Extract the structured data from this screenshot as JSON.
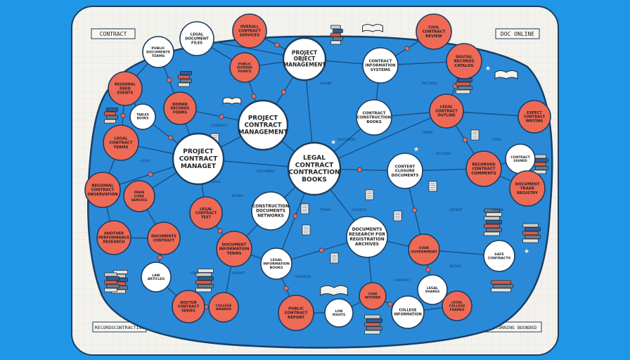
{
  "corners": {
    "top_left": "CONTRACT",
    "top_right": "DOC ONLINE",
    "bottom_left": "RECORDSCONTRACTING",
    "bottom_right": "RETURNING BOUNDED"
  },
  "hubs": [
    {
      "id": "hub-project-object",
      "lines": [
        "PROJECT",
        "OBJECT",
        "MANAGEMENT"
      ]
    },
    {
      "id": "hub-project-contract-1",
      "lines": [
        "PROJECT",
        "CONTRACT",
        "MANAGEMENT"
      ]
    },
    {
      "id": "hub-project-contract-2",
      "lines": [
        "PROJECT",
        "CONTRACT",
        "MANAGET"
      ]
    },
    {
      "id": "hub-books",
      "lines": [
        "LEGAL",
        "CONTRACT",
        "CONTRACTION",
        "BOOKS"
      ]
    }
  ],
  "nodes": [
    {
      "id": "n1",
      "lines": [
        "PUBLIC",
        "DOCUMENTS",
        "TERMS"
      ]
    },
    {
      "id": "n2",
      "lines": [
        "LEGAL",
        "DOCUMENT",
        "FILES"
      ]
    },
    {
      "id": "n3",
      "lines": [
        "OVERALL",
        "CONTRACT",
        "SERVICES"
      ]
    },
    {
      "id": "n4",
      "lines": [
        "PUBLIC",
        "DIVERSE",
        "POINTS"
      ]
    },
    {
      "id": "n5",
      "lines": [
        "REGIONAL",
        "DEED",
        "EVENTS"
      ]
    },
    {
      "id": "n6",
      "lines": [
        "CONTRACT",
        "INFORMATION",
        "SYSTEMS"
      ]
    },
    {
      "id": "n7",
      "lines": [
        "CIVIL",
        "CONTRACT",
        "REVIEW"
      ]
    },
    {
      "id": "n8",
      "lines": [
        "DIGITAL",
        "RECORDS",
        "CATALOG"
      ]
    },
    {
      "id": "n9",
      "lines": [
        "CONTRACT",
        "CONSTRUCTION",
        "BOOKS"
      ]
    },
    {
      "id": "n10",
      "lines": [
        "CONTENT",
        "CLOSURE",
        "DOCUMENTS"
      ]
    },
    {
      "id": "n11",
      "lines": [
        "TABLES",
        "BOOKS"
      ]
    },
    {
      "id": "n12",
      "lines": [
        "ROMAN",
        "RECORDS",
        "FORMS"
      ]
    },
    {
      "id": "n13",
      "lines": [
        "LEGAL",
        "CONTRACT",
        "TERMS"
      ]
    },
    {
      "id": "n14",
      "lines": [
        "LEGAL",
        "CONTRACT",
        "OUTLINE"
      ]
    },
    {
      "id": "n15",
      "lines": [
        "EXPECT",
        "CONTRACT",
        "WRITING"
      ]
    },
    {
      "id": "n16",
      "lines": [
        "CONTRACT",
        "SIGNED"
      ]
    },
    {
      "id": "n17",
      "lines": [
        "RECORDED",
        "CONTRACT",
        "COMMENTS"
      ]
    },
    {
      "id": "n18",
      "lines": [
        "DOCUMENT",
        "TRADE",
        "REGISTRY"
      ]
    },
    {
      "id": "n19",
      "lines": [
        "REGIONAL",
        "CONTRACT",
        "OBSERVATION"
      ]
    },
    {
      "id": "n20",
      "lines": [
        "MAIN",
        "CORE",
        "SERVICE"
      ]
    },
    {
      "id": "n21",
      "lines": [
        "LEGAL",
        "CONTRACT",
        "TEXT"
      ]
    },
    {
      "id": "n22",
      "lines": [
        "CONSTRUCTION",
        "DOCUMENTS",
        "NETWORKS"
      ]
    },
    {
      "id": "n23",
      "lines": [
        "ANOTHER",
        "PERFORMANCE",
        "RESEARCH"
      ]
    },
    {
      "id": "n24",
      "lines": [
        "DOCUMENTS",
        "CONTRACT"
      ]
    },
    {
      "id": "n25",
      "lines": [
        "DOCUMENT",
        "INFORMATION",
        "TERMS"
      ]
    },
    {
      "id": "n26",
      "lines": [
        "LEGAL",
        "INFORMATION",
        "BOOKS"
      ]
    },
    {
      "id": "n27",
      "lines": [
        "DOCUMENTS",
        "RESEARCH FOR",
        "REGISTRATION",
        "ARCHIVES"
      ]
    },
    {
      "id": "n28",
      "lines": [
        "CODE",
        "GOVERNMENT"
      ]
    },
    {
      "id": "n29",
      "lines": [
        "SAFE",
        "CONTRACTS"
      ]
    },
    {
      "id": "n30",
      "lines": [
        "LAW",
        "ARTICLES"
      ]
    },
    {
      "id": "n31",
      "lines": [
        "LEGAL",
        "SHARES"
      ]
    },
    {
      "id": "n32",
      "lines": [
        "DOCTOR",
        "CONTRACT",
        "SERIES"
      ]
    },
    {
      "id": "n33",
      "lines": [
        "COLLEGE",
        "AWARDS"
      ]
    },
    {
      "id": "n34",
      "lines": [
        "PUBLIC",
        "CONTRACT",
        "REPORT"
      ]
    },
    {
      "id": "n35",
      "lines": [
        "CODE",
        "RETURNS"
      ]
    },
    {
      "id": "n36",
      "lines": [
        "LOW",
        "RIGHTS"
      ]
    },
    {
      "id": "n37",
      "lines": [
        "COLLEGE",
        "INFORMATION"
      ]
    },
    {
      "id": "n38",
      "lines": [
        "LEGAL",
        "COLLEGE",
        "FRAMES"
      ]
    }
  ],
  "annotations": [
    "CONTRACT",
    "ONLINE",
    "DOCUMENT",
    "TERMS",
    "RECORDS",
    "LEGAL",
    "BOOKS",
    "SERVICES",
    "REPORT",
    "CODE"
  ],
  "colors": {
    "background": "#1f97e6",
    "panel": "#f4f2ec",
    "grid": "#d9dde2",
    "blob": "#2b8ad8",
    "line": "#1a4f80",
    "node_white": "#ffffff",
    "node_red": "#ee6a57",
    "node_stroke": "#1c3d5e",
    "book_colors": [
      "#e8e3d8",
      "#6b7b8c",
      "#d95b4b",
      "#2d5f93",
      "#cccccc"
    ]
  },
  "icons": [
    "book-stack-icon",
    "open-book-icon",
    "document-icon",
    "scroll-icon",
    "pen-icon",
    "star-icon",
    "gear-icon"
  ]
}
